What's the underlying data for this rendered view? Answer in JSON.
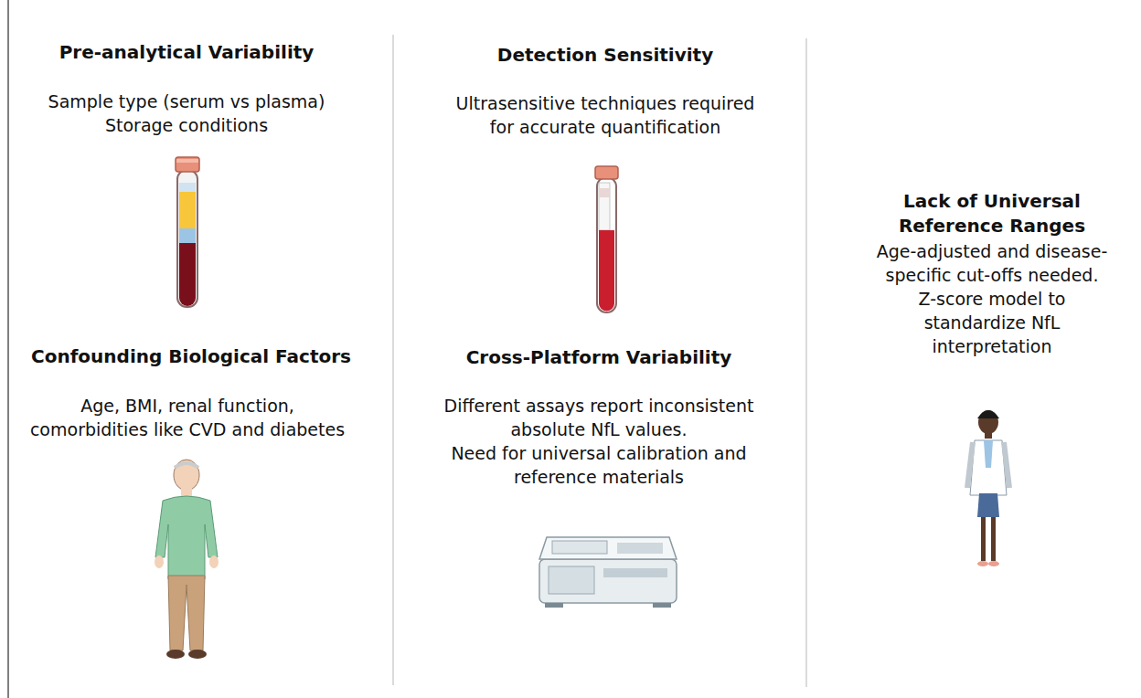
{
  "diagram": {
    "labels": [
      "Pre-analytical Variability",
      "Sample type (serum vs plasma)",
      "Storage conditions",
      "Detection Sensitivity",
      "Ultrasensitive techniques required for accurate quantification",
      "Lack of Universal Reference Ranges",
      "Age-adjusted and disease-specific cut-offs needed.",
      "Z-score model to standardize NfL interpretation",
      "Confounding Biological Factors",
      "Age, BMI, renal function, comorbidities like CVD and diabetes",
      "Cross-Platform Variability",
      "Different assays report inconsistent absolute NfL values.",
      "Need for universal calibration and reference materials"
    ]
  }
}
